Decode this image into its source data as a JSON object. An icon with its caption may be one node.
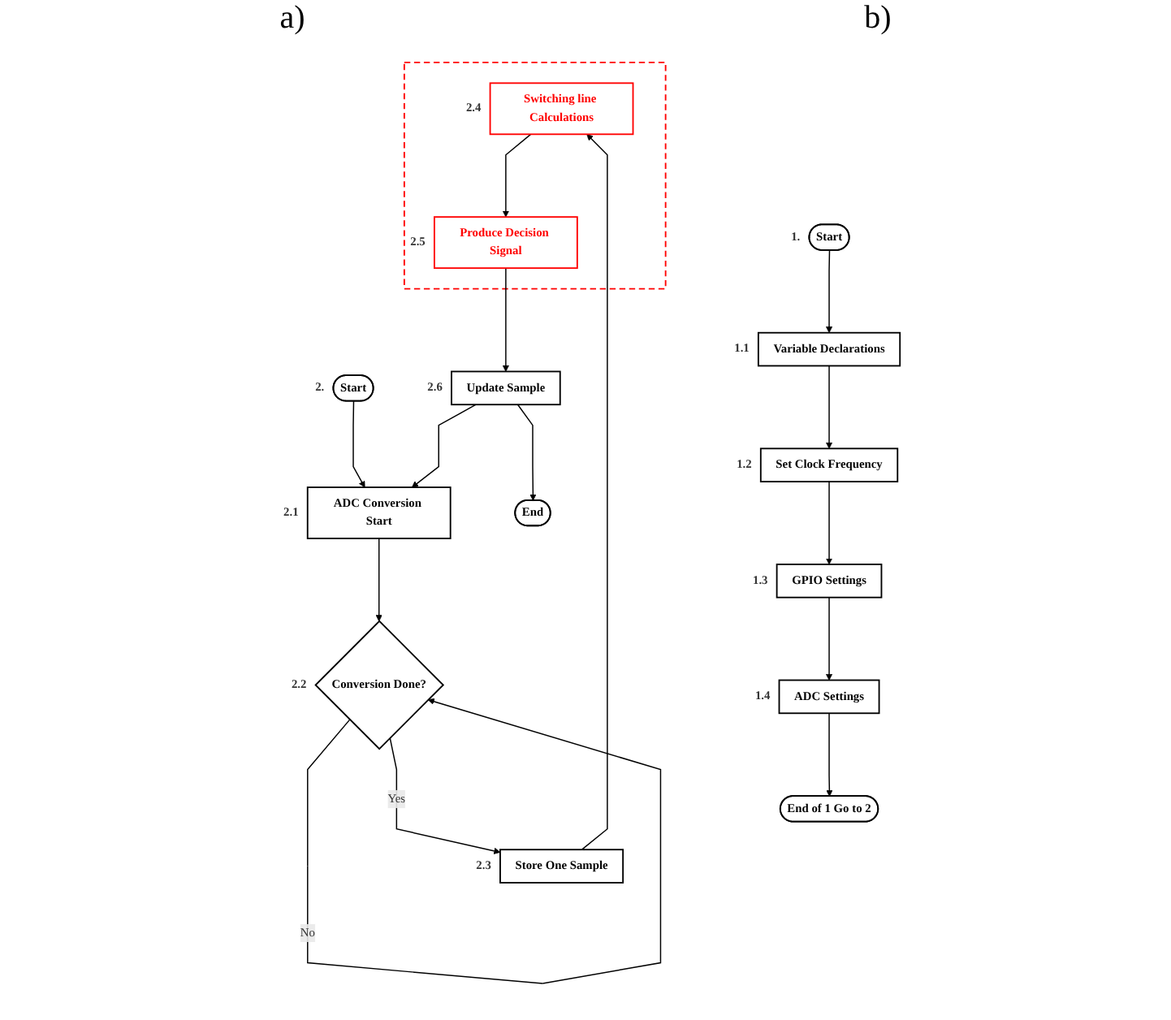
{
  "diagram": {
    "nodes": [
      {
        "text": [
          "Start"
        ],
        "beside": [
          "1."
        ]
      },
      {
        "text": [
          "Variable Declarations"
        ],
        "beside": [
          "1.1"
        ]
      },
      {
        "text": [
          "Set Clock Frequency"
        ],
        "beside": [
          "1.2"
        ]
      },
      {
        "text": [
          "GPIO Settings"
        ],
        "beside": [
          "1.3"
        ]
      },
      {
        "text": [
          "ADC Settings"
        ],
        "beside": [
          "1.4"
        ]
      },
      {
        "text": [
          "End of 1 Go to 2"
        ]
      },
      {
        "text": [
          "Start"
        ],
        "beside": [
          "2."
        ]
      },
      {
        "text": [
          "ADC Conversion Start"
        ],
        "beside": [
          "2.1"
        ]
      },
      {
        "text": [
          "Conversion Done?"
        ],
        "beside": [
          "2.2"
        ]
      },
      {
        "text": [
          "Store One Sample"
        ],
        "beside": [
          "2.3"
        ]
      },
      {
        "text": [],
        "shape": "box"
      },
      {
        "text": [
          "Switching line Calculations"
        ],
        "in": 10,
        "beside": [
          "2.4"
        ]
      },
      {
        "text": [
          "Produce Decision Signal"
        ],
        "in": 10,
        "beside": [
          "2.5"
        ]
      },
      {
        "text": [
          "Update Sample"
        ],
        "beside": [
          "2.6"
        ]
      },
      {
        "text": [
          "End"
        ]
      }
    ],
    "edges": [
      {
        "from": 0,
        "to": 1,
        "arrow": "to"
      },
      {
        "from": 1,
        "to": 2,
        "arrow": "to"
      },
      {
        "from": 2,
        "to": 3,
        "arrow": "to"
      },
      {
        "from": 3,
        "to": 4,
        "arrow": "to"
      },
      {
        "from": 4,
        "to": 5,
        "arrow": "to"
      },
      {
        "from": 6,
        "to": 7,
        "arrow": "to"
      },
      {
        "from": 7,
        "to": 8,
        "arrow": "to"
      },
      {
        "from": 8,
        "to": 8,
        "label": "No",
        "arrow": "to"
      },
      {
        "from": 8,
        "to": 9,
        "label": "Yes",
        "arrow": "to"
      },
      {
        "from": 9,
        "to": 11,
        "arrow": "to"
      },
      {
        "from": 11,
        "to": 12,
        "arrow": "to"
      },
      {
        "from": 12,
        "to": 13,
        "arrow": "to"
      },
      {
        "from": 13,
        "to": 14,
        "arrow": "to"
      },
      {
        "from": 13,
        "to": 7,
        "arrow": "to"
      }
    ],
    "labels": [
      "a)",
      "b)"
    ]
  }
}
